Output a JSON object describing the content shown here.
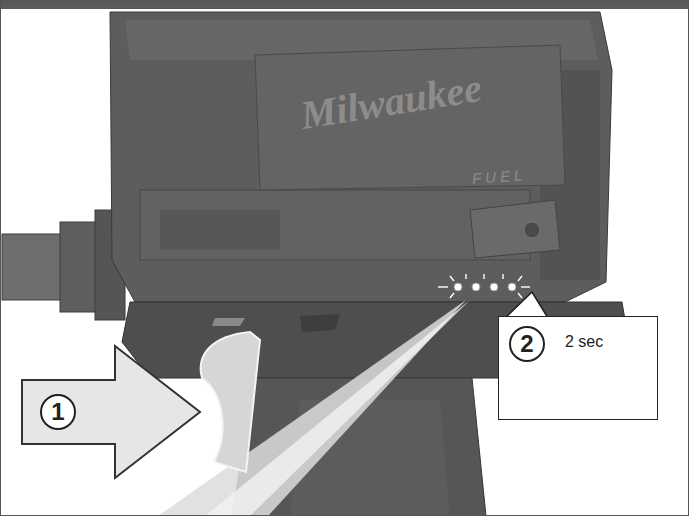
{
  "diagram": {
    "nodes": [
      {
        "text": [
          "2 sec"
        ]
      },
      {
        "text": [
          "2"
        ],
        "in": 0
      },
      {
        "text": [
          "1"
        ]
      }
    ],
    "labels": [
      "Milwaukee",
      "FUEL"
    ]
  }
}
